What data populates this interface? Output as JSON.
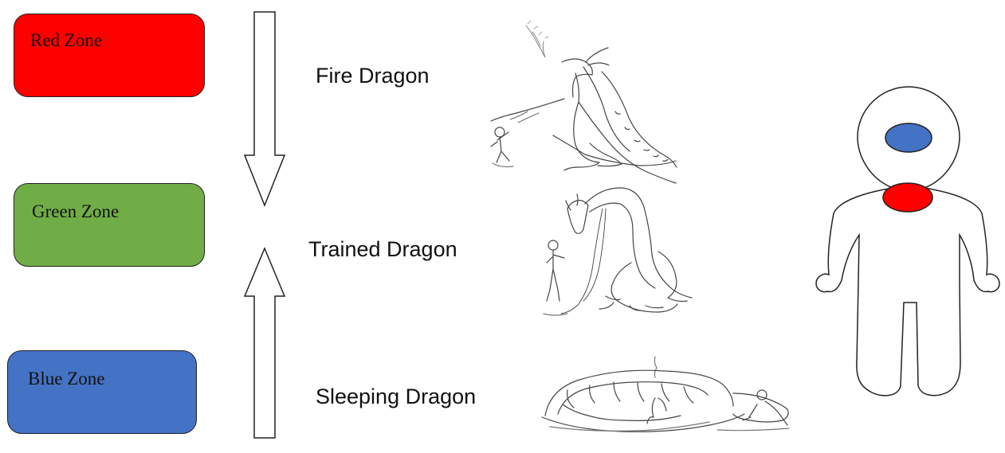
{
  "zones": [
    {
      "label": "Red Zone",
      "color": "#ff0000"
    },
    {
      "label": "Green Zone",
      "color": "#70ad47"
    },
    {
      "label": "Blue Zone",
      "color": "#4472c4"
    }
  ],
  "dragons": [
    {
      "label": "Fire Dragon",
      "illustration": "fire-dragon-drawing"
    },
    {
      "label": "Trained Dragon",
      "illustration": "trained-dragon-drawing"
    },
    {
      "label": "Sleeping Dragon",
      "illustration": "sleeping-dragon-drawing"
    }
  ],
  "figure": {
    "head_oval_color": "#4472c4",
    "throat_oval_color": "#ff0000"
  }
}
